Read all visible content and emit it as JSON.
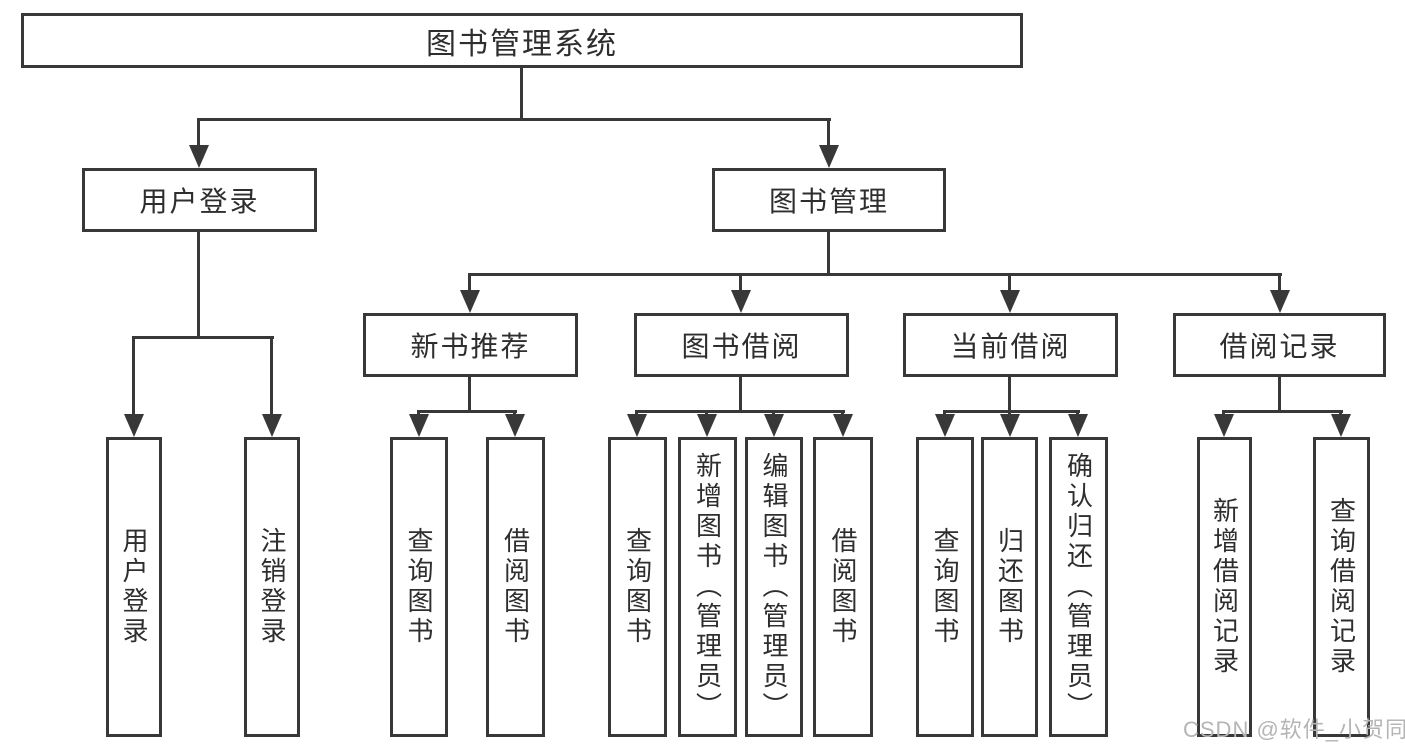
{
  "diagram": {
    "root": {
      "label": "图书管理系统"
    },
    "branches": [
      {
        "label": "用户登录",
        "children": [
          "用户登录",
          "注销登录"
        ]
      },
      {
        "label": "图书管理",
        "groups": [
          {
            "label": "新书推荐",
            "children": [
              "查询图书",
              "借阅图书"
            ]
          },
          {
            "label": "图书借阅",
            "children": [
              "查询图书",
              "新增图书（管理员）",
              "编辑图书（管理员）",
              "借阅图书"
            ]
          },
          {
            "label": "当前借阅",
            "children": [
              "查询图书",
              "归还图书",
              "确认归还（管理员）"
            ]
          },
          {
            "label": "借阅记录",
            "children": [
              "新增借阅记录",
              "查询借阅记录"
            ]
          }
        ]
      }
    ]
  },
  "watermark": {
    "text": "CSDN @软件_小贺同学",
    "color": "#b5b5b5"
  },
  "colors": {
    "line": "#383838",
    "text": "#2e2e2e",
    "background": "#ffffff"
  }
}
